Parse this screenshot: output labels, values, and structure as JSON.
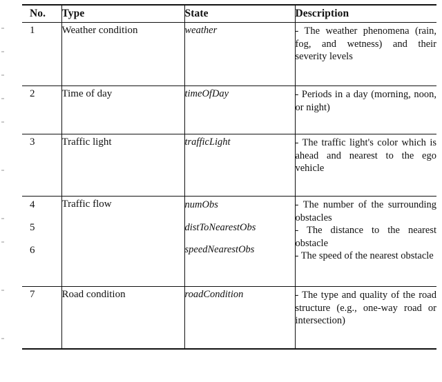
{
  "table": {
    "caption_present": false,
    "columns": [
      {
        "key": "no",
        "label": "No."
      },
      {
        "key": "type",
        "label": "Type"
      },
      {
        "key": "state",
        "label": "State"
      },
      {
        "key": "desc",
        "label": "Description"
      }
    ],
    "groups": [
      {
        "type": "Weather condition",
        "rows": [
          {
            "no": "1",
            "state": "weather",
            "desc": "- The weather phenomena (rain, fog, and wetness) and their severity levels"
          }
        ]
      },
      {
        "type": "Time of day",
        "rows": [
          {
            "no": "2",
            "state": "timeOfDay",
            "desc": "- Periods in a day (morning, noon, or night)"
          }
        ]
      },
      {
        "type": "Traffic light",
        "rows": [
          {
            "no": "3",
            "state": "trafficLight",
            "desc": "- The traffic light's color which is ahead and nearest to the ego vehicle"
          }
        ]
      },
      {
        "type": "Traffic flow",
        "rows": [
          {
            "no": "4",
            "state": "numObs",
            "desc": "- The number of the surrounding obstacles"
          },
          {
            "no": "5",
            "state": "distToNearestObs",
            "desc": "- The distance to the nearest obstacle"
          },
          {
            "no": "6",
            "state": "speedNearestObs",
            "desc": "- The speed of the nearest obstacle"
          }
        ]
      },
      {
        "type": "Road condition",
        "rows": [
          {
            "no": "7",
            "state": "roadCondition",
            "desc": "- The type and quality of the road structure (e.g., one-way road or intersection)"
          }
        ]
      }
    ]
  }
}
